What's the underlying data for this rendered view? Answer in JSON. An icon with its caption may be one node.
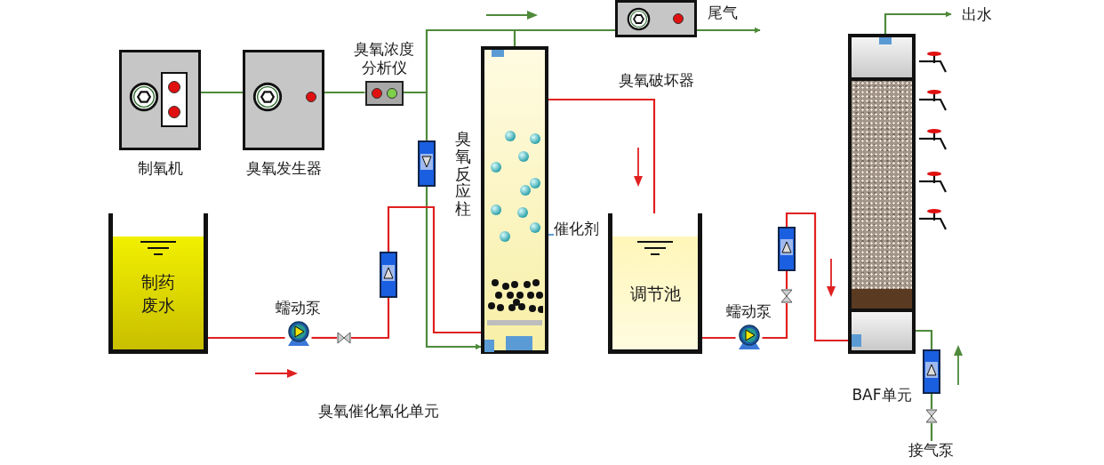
{
  "diagram": {
    "nodes": [
      {
        "text": [
          "制氧机"
        ]
      },
      {
        "text": [
          "臭氧发生器"
        ]
      },
      {
        "text": [
          "臭氧浓度分析仪"
        ]
      },
      {
        "text": [
          "臭氧反应柱"
        ]
      },
      {
        "text": [
          "臭氧破坏器"
        ]
      },
      {
        "text": [
          "制药废水"
        ]
      },
      {
        "text": [
          "调节池"
        ]
      },
      {
        "text": [
          "BAF单元"
        ]
      },
      {
        "text": [
          "蠕动泵"
        ]
      },
      {
        "text": [
          "蠕动泵"
        ]
      },
      {
        "text": [
          "接气泵"
        ]
      },
      {
        "text": [],
        "shape": "box"
      },
      {
        "text": [],
        "shape": "box"
      },
      {
        "text": [],
        "shape": "box"
      },
      {
        "text": [],
        "shape": "box"
      },
      {
        "text": [
          "催化剂"
        ]
      },
      {
        "text": [],
        "shape": "circle",
        "in": 3
      },
      {
        "text": [],
        "shape": "valve"
      },
      {
        "text": [],
        "shape": "valve"
      },
      {
        "text": [],
        "shape": "valve"
      }
    ],
    "edges": [
      {
        "from": 0,
        "to": 1,
        "arrow": "none"
      },
      {
        "from": 1,
        "to": 2,
        "arrow": "none"
      },
      {
        "from": 2,
        "to": 11,
        "arrow": "none"
      },
      {
        "from": 2,
        "to": 4,
        "arrow": "none"
      },
      {
        "from": 11,
        "to": 3,
        "arrow": "to"
      },
      {
        "from": 3,
        "to": 4,
        "arrow": "none"
      },
      {
        "from": 4,
        "to": null,
        "arrow": "to",
        "label": "尾气"
      },
      {
        "from": 5,
        "to": 8,
        "arrow": "none",
        "color": "#e02020"
      },
      {
        "from": 8,
        "to": 17,
        "arrow": "none",
        "color": "#e02020"
      },
      {
        "from": 17,
        "to": 12,
        "arrow": "none",
        "color": "#e02020"
      },
      {
        "from": 12,
        "to": 3,
        "arrow": "none",
        "color": "#e02020"
      },
      {
        "from": 3,
        "to": 6,
        "arrow": "none",
        "color": "#e02020"
      },
      {
        "from": 6,
        "to": 9,
        "arrow": "none",
        "color": "#e02020"
      },
      {
        "from": 9,
        "to": 18,
        "arrow": "none",
        "color": "#e02020"
      },
      {
        "from": 18,
        "to": 13,
        "arrow": "none",
        "color": "#e02020"
      },
      {
        "from": 13,
        "to": 7,
        "arrow": "none",
        "color": "#e02020"
      },
      {
        "from": 10,
        "to": 19,
        "arrow": "none"
      },
      {
        "from": 19,
        "to": 14,
        "arrow": "none"
      },
      {
        "from": 14,
        "to": 7,
        "arrow": "none"
      },
      {
        "from": 7,
        "to": null,
        "arrow": "to",
        "label": "出水"
      },
      {
        "from": 15,
        "to": 16,
        "arrow": "none",
        "color": "#5b9bd5"
      }
    ],
    "labels": [
      "臭氧催化氧化单元"
    ]
  }
}
